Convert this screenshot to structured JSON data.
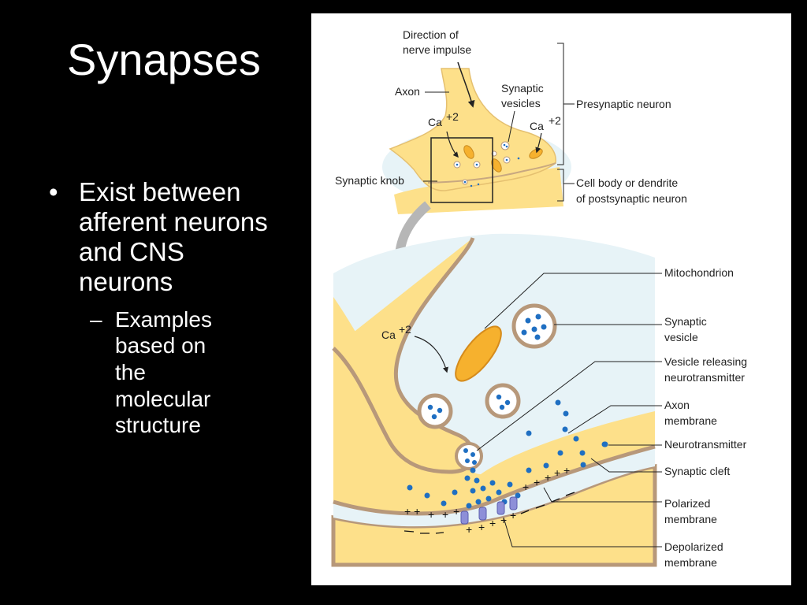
{
  "slide": {
    "title": "Synapses",
    "bullet": "Exist between afferent neurons and CNS neurons",
    "sub_bullet": "Examples based on the molecular structure"
  },
  "diagram": {
    "top_labels": {
      "direction_1": "Direction of",
      "direction_2": "nerve impulse",
      "axon": "Axon",
      "vesicles_1": "Synaptic",
      "vesicles_2": "vesicles",
      "presynaptic": "Presynaptic neuron",
      "ca_left": "Ca",
      "ca_right": "Ca",
      "ca_exp": "+2",
      "knob": "Synaptic knob",
      "cell_body_1": "Cell body or dendrite",
      "cell_body_2": "of postsynaptic neuron"
    },
    "detail_labels": {
      "ca": "Ca",
      "ca_exp": "+2",
      "mitochondrion": "Mitochondrion",
      "synaptic_vesicle_1": "Synaptic",
      "synaptic_vesicle_2": "vesicle",
      "releasing_1": "Vesicle releasing",
      "releasing_2": "neurotransmitter",
      "axon_membrane_1": "Axon",
      "axon_membrane_2": "membrane",
      "neurotransmitter": "Neurotransmitter",
      "cleft": "Synaptic cleft",
      "polarized_1": "Polarized",
      "polarized_2": "membrane",
      "depolarized_1": "Depolarized",
      "depolarized_2": "membrane"
    },
    "colors": {
      "cytoplasm": "#fde08a",
      "membrane": "#b7987a",
      "cleft": "#e6f2f6",
      "neurotransmitter": "#1f6fc2",
      "mitochondrion": "#f6b12e",
      "receptor": "#8d8fd8"
    }
  }
}
